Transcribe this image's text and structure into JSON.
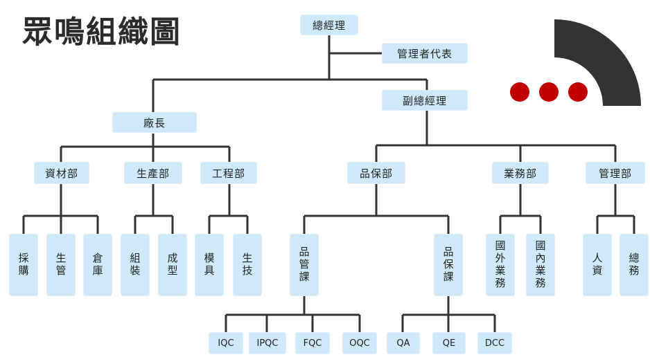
{
  "title": "眾鳴組織圖",
  "colors": {
    "box_fill": "#cfe9fb",
    "line": "#333333",
    "dot": "#c00000",
    "arc": "#333333"
  },
  "nodes": {
    "gm": "總經理",
    "rep": "管理者代表",
    "vgm": "副總經理",
    "factory": "廠長",
    "materials": "資材部",
    "production": "生產部",
    "engineering": "工程部",
    "qa_dept": "品保部",
    "sales": "業務部",
    "admin": "管理部",
    "purchasing": "採購",
    "prod_mgmt": "生管",
    "warehouse": "倉庫",
    "assembly": "組裝",
    "molding": "成型",
    "mold": "模具",
    "prod_tech": "生技",
    "qc_section": "品管課",
    "qa_section": "品保課",
    "domestic": "國內業務",
    "foreign": "國外業務",
    "hr": "人資",
    "general": "總務",
    "iqc": "IQC",
    "ipqc": "IPQC",
    "fqc": "FQC",
    "oqc": "OQC",
    "qa": "QA",
    "qe": "QE",
    "dcc": "DCC"
  }
}
